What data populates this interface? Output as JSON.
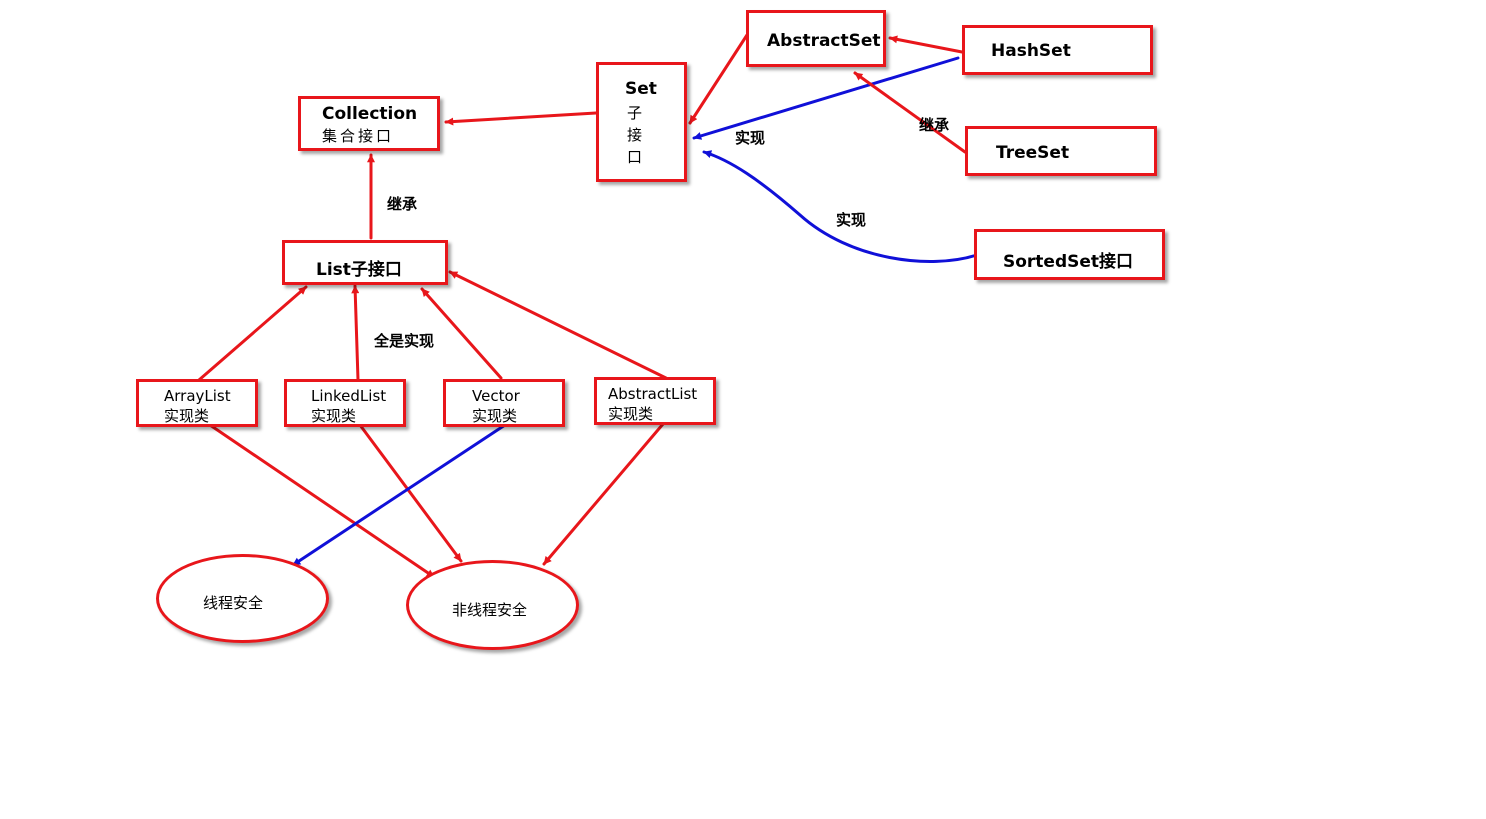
{
  "nodes": {
    "collection": {
      "line1": "Collection",
      "line2": "集合接口"
    },
    "set": {
      "line1": "Set",
      "line2": "子",
      "line3": "接",
      "line4": "口"
    },
    "abstractset": {
      "label": "AbstractSet"
    },
    "hashset": {
      "label": "HashSet"
    },
    "treeset": {
      "label": "TreeSet"
    },
    "sortedset": {
      "label": "SortedSet接口"
    },
    "list": {
      "label": "List子接口"
    },
    "arraylist": {
      "line1": "ArrayList",
      "line2": "实现类"
    },
    "linkedlist": {
      "line1": "LinkedList",
      "line2": "实现类"
    },
    "vector": {
      "line1": "Vector",
      "line2": "实现类"
    },
    "abstractlist": {
      "line1": "AbstractList",
      "line2": "实现类"
    },
    "threadsafe": {
      "label": "线程安全"
    },
    "nonthreadsafe": {
      "label": "非线程安全"
    }
  },
  "edge_labels": {
    "list_inherit": "继承",
    "list_all_implement": "全是实现",
    "hashset_implement": "实现",
    "treeset_inherit": "继承",
    "sortedset_implement": "实现"
  },
  "colors": {
    "inherit_edge": "#e8161b",
    "implement_edge": "#1010d8",
    "box_border": "#e8161b"
  }
}
